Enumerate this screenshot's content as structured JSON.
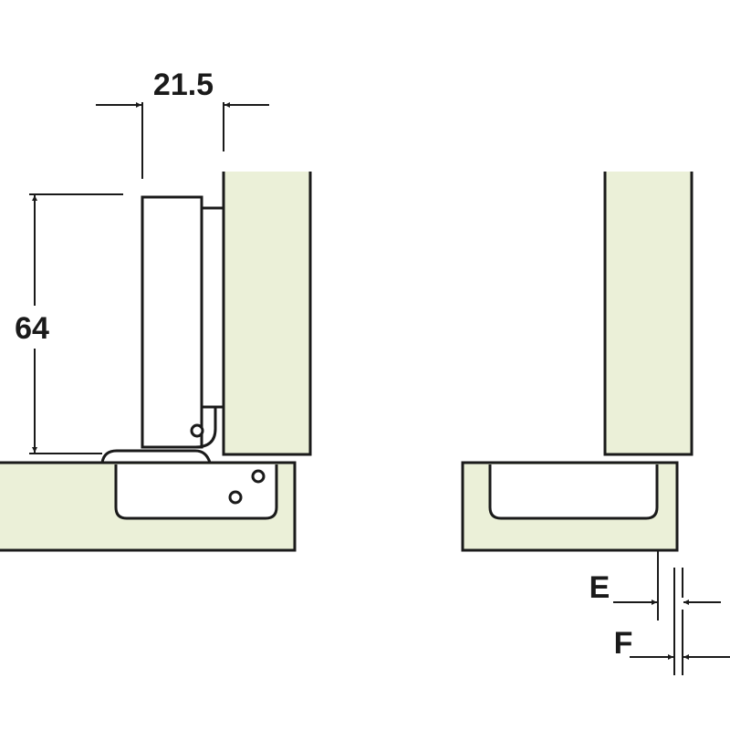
{
  "dimensions": {
    "width_label": "21.5",
    "height_label": "64",
    "e_label": "E",
    "f_label": "F"
  },
  "colors": {
    "wood_fill": "#ebf0d8",
    "line": "#1a1a1a"
  }
}
